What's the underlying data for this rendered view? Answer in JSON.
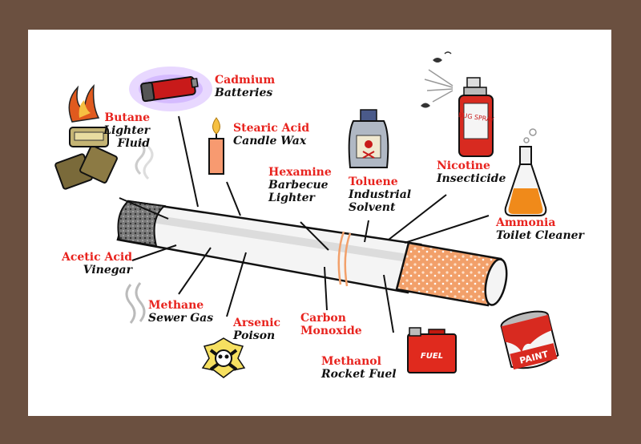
{
  "colors": {
    "frame": "#6b5040",
    "background": "#ffffff",
    "chemical_label": "#e8231e",
    "use_label": "#111111",
    "filter": "#f2a06a",
    "ash": "#777777"
  },
  "labels": [
    {
      "id": "butane",
      "chemical": "Butane",
      "uses": [
        "Lighter",
        "Fluid"
      ]
    },
    {
      "id": "cadmium",
      "chemical": "Cadmium",
      "uses": [
        "Batteries"
      ]
    },
    {
      "id": "stearic-acid",
      "chemical": "Stearic Acid",
      "uses": [
        "Candle Wax"
      ]
    },
    {
      "id": "hexamine",
      "chemical": "Hexamine",
      "uses": [
        "Barbecue",
        "Lighter"
      ]
    },
    {
      "id": "toluene",
      "chemical": "Toluene",
      "uses": [
        "Industrial",
        "Solvent"
      ]
    },
    {
      "id": "nicotine",
      "chemical": "Nicotine",
      "uses": [
        "Insecticide"
      ]
    },
    {
      "id": "ammonia",
      "chemical": "Ammonia",
      "uses": [
        "Toilet Cleaner"
      ]
    },
    {
      "id": "acetic-acid",
      "chemical": "Acetic Acid",
      "uses": [
        "Vinegar"
      ]
    },
    {
      "id": "methane",
      "chemical": "Methane",
      "uses": [
        "Sewer Gas"
      ]
    },
    {
      "id": "arsenic",
      "chemical": "Arsenic",
      "uses": [
        "Poison"
      ]
    },
    {
      "id": "carbon-monoxide",
      "chemical": "Carbon",
      "uses": [
        "Monoxide"
      ]
    },
    {
      "id": "methanol",
      "chemical": "Methanol",
      "uses": [
        "Rocket Fuel"
      ]
    }
  ],
  "icon_text": {
    "bug_spray": "BUG SPRAY",
    "fuel": "FUEL",
    "paint": "PAINT"
  }
}
